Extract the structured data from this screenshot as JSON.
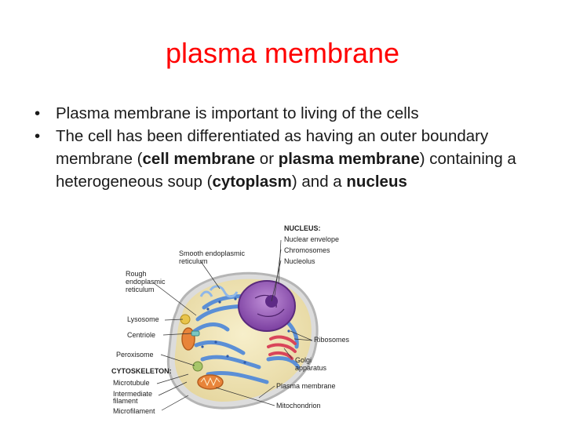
{
  "slide": {
    "title": "plasma membrane",
    "title_color": "#ff0000",
    "bullets": [
      {
        "parts": [
          {
            "text": "Plasma membrane is important to living of the cells",
            "bold": false
          }
        ]
      },
      {
        "parts": [
          {
            "text": "The cell has been differentiated as having an outer boundary membrane (",
            "bold": false
          },
          {
            "text": "cell membrane",
            "bold": true
          },
          {
            "text": " or ",
            "bold": false
          },
          {
            "text": "plasma membrane",
            "bold": true
          },
          {
            "text": ") containing a heterogeneous soup (",
            "bold": false
          },
          {
            "text": "cytoplasm",
            "bold": true
          },
          {
            "text": ") and a ",
            "bold": false
          },
          {
            "text": "nucleus",
            "bold": true
          }
        ]
      }
    ]
  },
  "figure": {
    "labels": {
      "nucleus_header": "NUCLEUS:",
      "nuclear_envelope": "Nuclear envelope",
      "chromosomes": "Chromosomes",
      "nucleolus": "Nucleolus",
      "smooth_er_1": "Smooth endoplasmic",
      "smooth_er_2": "reticulum",
      "rough_er_1": "Rough",
      "rough_er_2": "endoplasmic",
      "rough_er_3": "reticulum",
      "lysosome": "Lysosome",
      "centriole": "Centriole",
      "peroxisome": "Peroxisome",
      "cytoskeleton_header": "CYTOSKELETON:",
      "microtubule": "Microtubule",
      "intermediate_1": "Intermediate",
      "intermediate_2": "filament",
      "microfilament": "Microfilament",
      "ribosomes": "Ribosomes",
      "golgi_1": "Golgi",
      "golgi_2": "apparatus",
      "plasma_membrane": "Plasma membrane",
      "mitochondrion": "Mitochondrion"
    },
    "colors": {
      "nucleus": "#9b59b6",
      "er": "#5b8fd6",
      "cytoplasm": "#f2e8b8",
      "membrane": "#c9c9c9",
      "mitochondrion": "#e8843a",
      "golgi": "#d9455a"
    }
  }
}
